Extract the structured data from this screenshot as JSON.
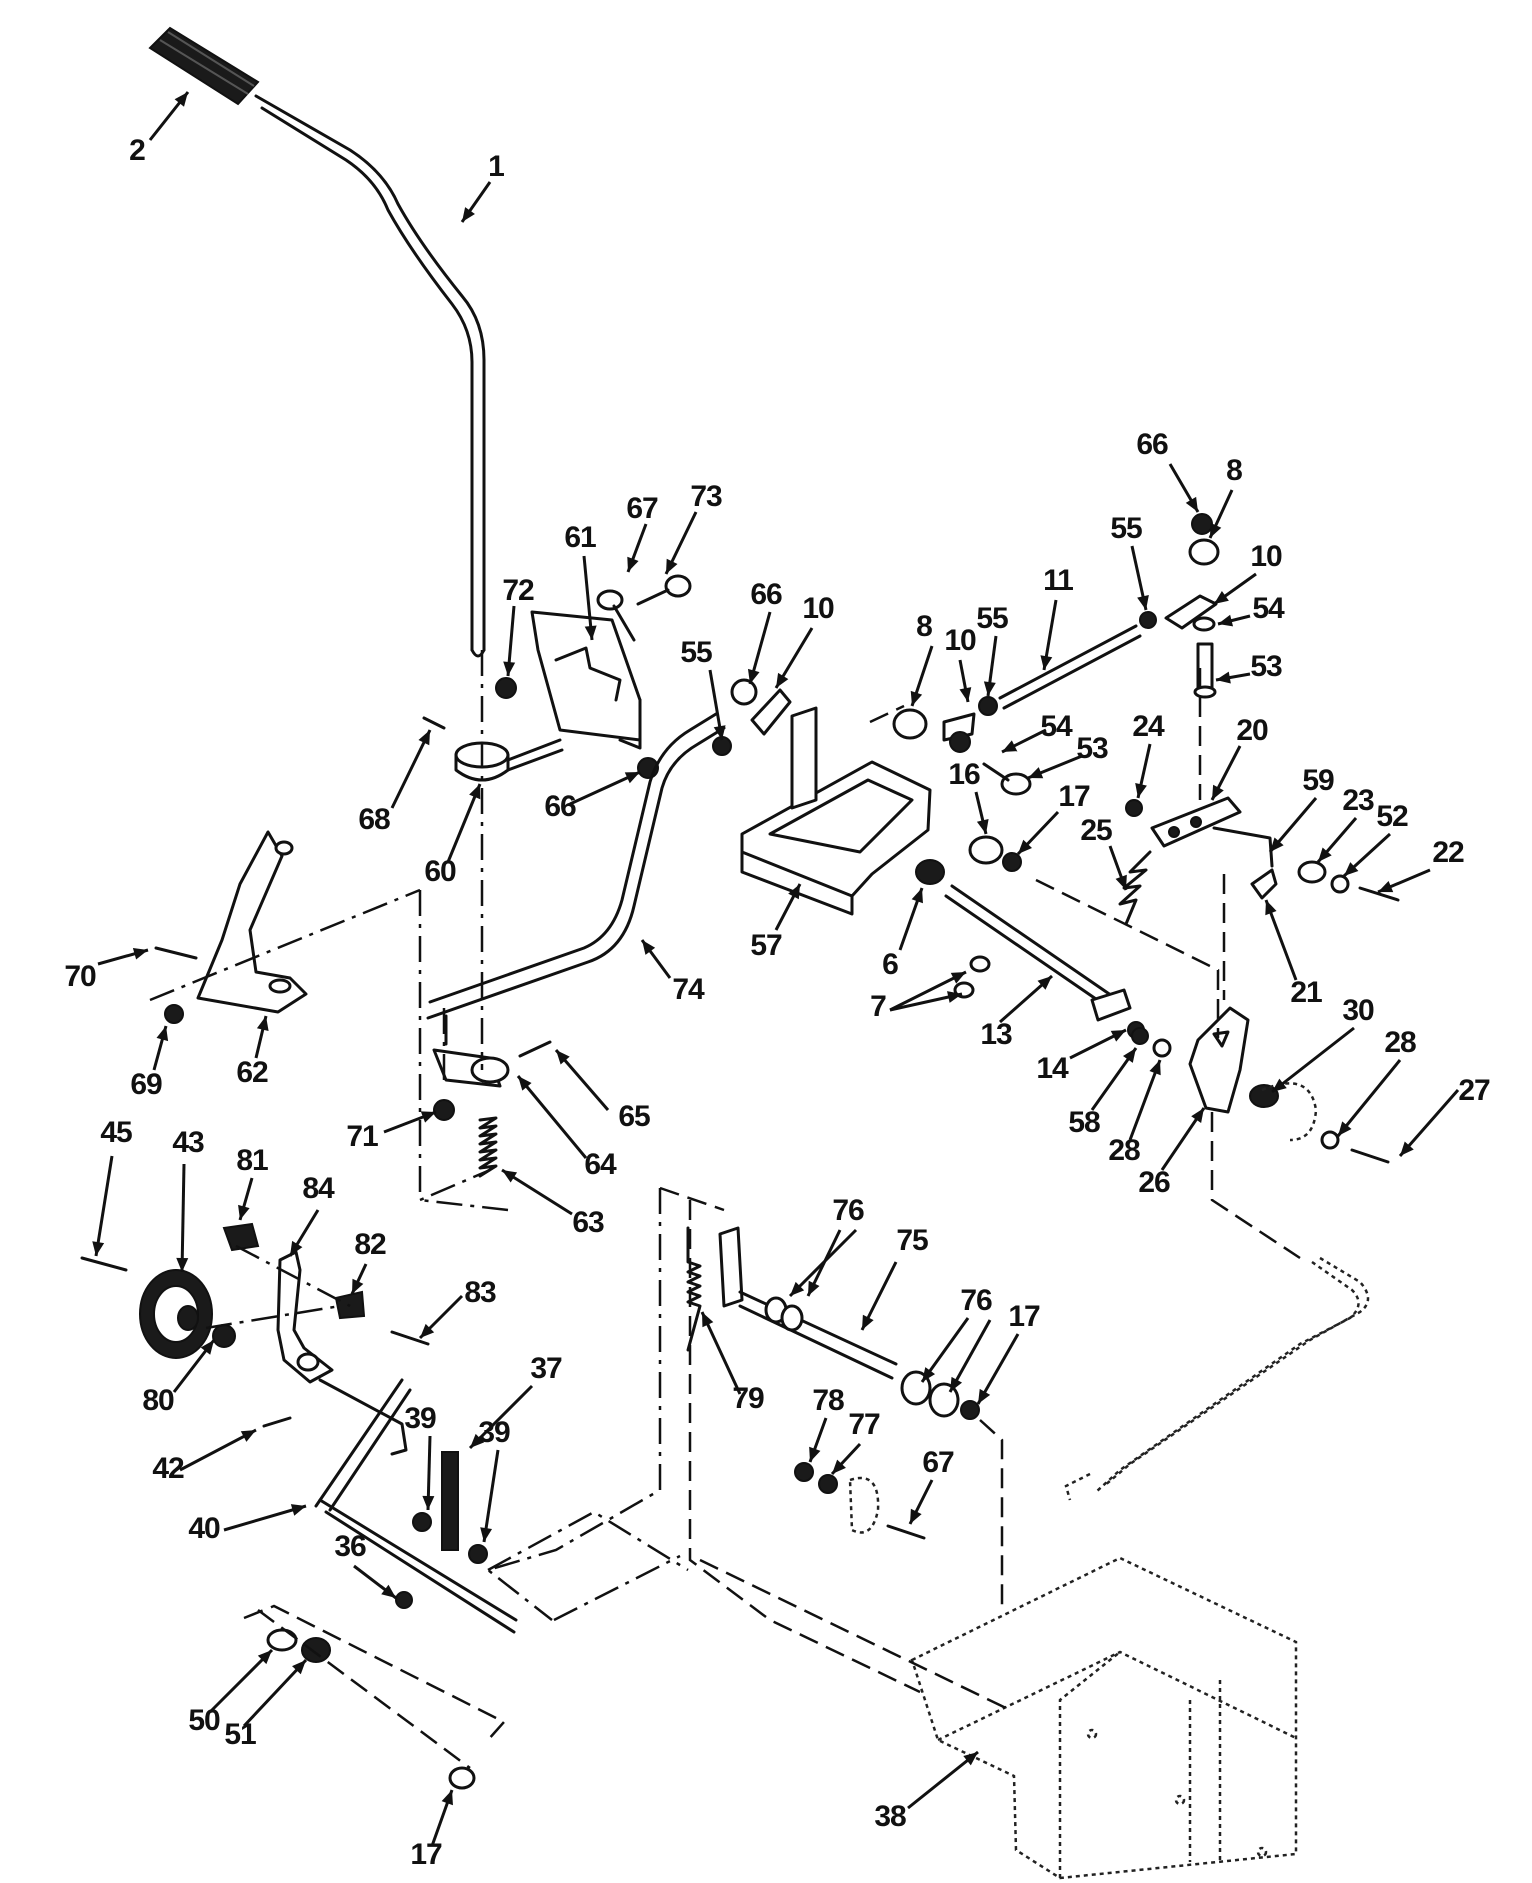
{
  "diagram": {
    "background": "#ffffff",
    "ink": "#111111",
    "callouts": [
      {
        "label": "2"
      },
      {
        "label": "1"
      },
      {
        "label": "61"
      },
      {
        "label": "67"
      },
      {
        "label": "73"
      },
      {
        "label": "72"
      },
      {
        "label": "68"
      },
      {
        "label": "60"
      },
      {
        "label": "66"
      },
      {
        "label": "66"
      },
      {
        "label": "10"
      },
      {
        "label": "55"
      },
      {
        "label": "66"
      },
      {
        "label": "8"
      },
      {
        "label": "55"
      },
      {
        "label": "10"
      },
      {
        "label": "8"
      },
      {
        "label": "10"
      },
      {
        "label": "11"
      },
      {
        "label": "55"
      },
      {
        "label": "54"
      },
      {
        "label": "53"
      },
      {
        "label": "54"
      },
      {
        "label": "53"
      },
      {
        "label": "16"
      },
      {
        "label": "17"
      },
      {
        "label": "24"
      },
      {
        "label": "20"
      },
      {
        "label": "59"
      },
      {
        "label": "23"
      },
      {
        "label": "52"
      },
      {
        "label": "22"
      },
      {
        "label": "25"
      },
      {
        "label": "57"
      },
      {
        "label": "6"
      },
      {
        "label": "7"
      },
      {
        "label": "13"
      },
      {
        "label": "74"
      },
      {
        "label": "70"
      },
      {
        "label": "62"
      },
      {
        "label": "69"
      },
      {
        "label": "21"
      },
      {
        "label": "30"
      },
      {
        "label": "28"
      },
      {
        "label": "27"
      },
      {
        "label": "14"
      },
      {
        "label": "58"
      },
      {
        "label": "28"
      },
      {
        "label": "26"
      },
      {
        "label": "65"
      },
      {
        "label": "71"
      },
      {
        "label": "64"
      },
      {
        "label": "63"
      },
      {
        "label": "45"
      },
      {
        "label": "43"
      },
      {
        "label": "81"
      },
      {
        "label": "84"
      },
      {
        "label": "82"
      },
      {
        "label": "83"
      },
      {
        "label": "80"
      },
      {
        "label": "76"
      },
      {
        "label": "75"
      },
      {
        "label": "76"
      },
      {
        "label": "17"
      },
      {
        "label": "79"
      },
      {
        "label": "78"
      },
      {
        "label": "77"
      },
      {
        "label": "67"
      },
      {
        "label": "37"
      },
      {
        "label": "39"
      },
      {
        "label": "39"
      },
      {
        "label": "42"
      },
      {
        "label": "40"
      },
      {
        "label": "36"
      },
      {
        "label": "50"
      },
      {
        "label": "51"
      },
      {
        "label": "17"
      },
      {
        "label": "38"
      }
    ]
  }
}
